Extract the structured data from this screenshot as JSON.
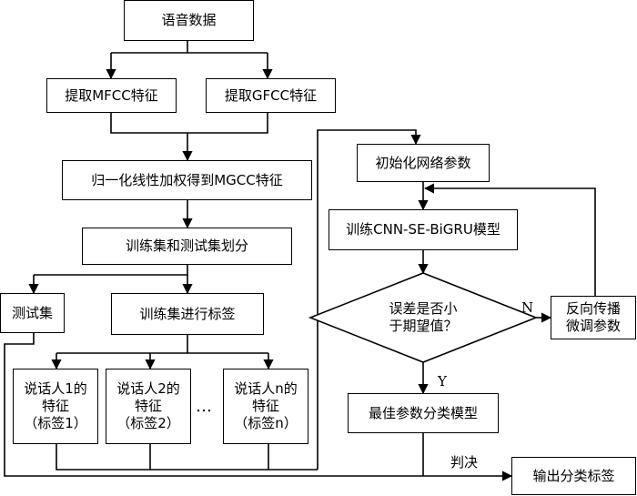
{
  "nodes": {
    "speech_data": "语音数据",
    "mfcc": "提取MFCC特征",
    "gfcc": "提取GFCC特征",
    "mgcc": "归一化线性加权得到MGCC特征",
    "split": "训练集和测试集划分",
    "test_set": "测试集",
    "labeling": "训练集进行标签",
    "speaker1": {
      "line1": "说话人1的",
      "line2": "特征",
      "line3": "（标签1）"
    },
    "speaker2": {
      "line1": "说话人2的",
      "line2": "特征",
      "line3": "（标签2）"
    },
    "speakern": {
      "line1": "说话人n的",
      "line2": "特征",
      "line3": "（标签n）"
    },
    "ellipsis": "…",
    "init_params": "初始化网络参数",
    "train_model": "训练CNN-SE-BiGRU模型",
    "decision": {
      "line1": "误差是否小",
      "line2": "于期望值？"
    },
    "backprop": {
      "line1": "反向传播",
      "line2": "微调参数"
    },
    "best_model": "最佳参数分类模型",
    "output": "输出分类标签"
  },
  "edge_labels": {
    "no": "N",
    "yes": "Y",
    "judge": "判决"
  }
}
